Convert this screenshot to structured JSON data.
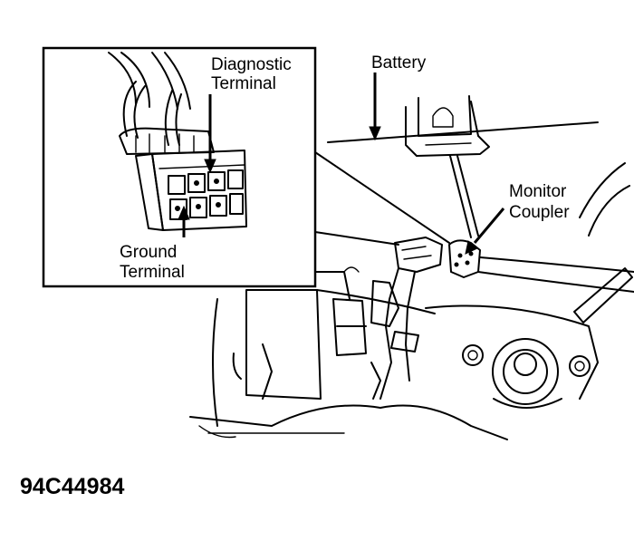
{
  "labels": {
    "diagnostic_terminal": [
      "Diagnostic",
      "Terminal"
    ],
    "ground_terminal": [
      "Ground",
      "Terminal"
    ],
    "battery": "Battery",
    "monitor_coupler": [
      "Monitor",
      "Coupler"
    ]
  },
  "figure_code": "94C44984"
}
